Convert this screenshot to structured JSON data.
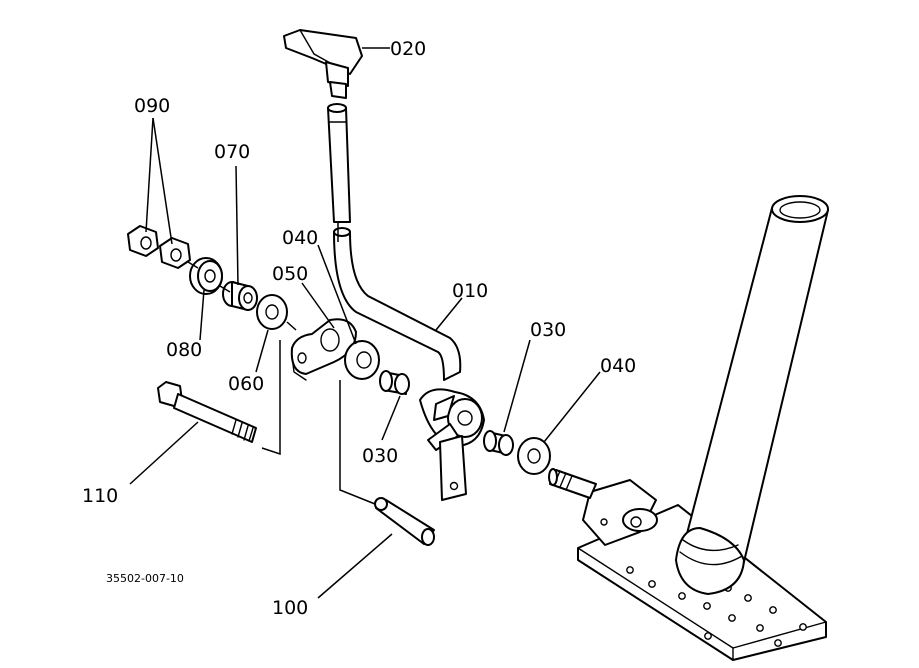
{
  "labels": {
    "p010": "010",
    "p020": "020",
    "p030a": "030",
    "p030b": "030",
    "p040a": "040",
    "p040b": "040",
    "p050": "050",
    "p060": "060",
    "p070": "070",
    "p080": "080",
    "p090": "090",
    "p100": "100",
    "p110": "110"
  },
  "reference": "35502-007-10"
}
